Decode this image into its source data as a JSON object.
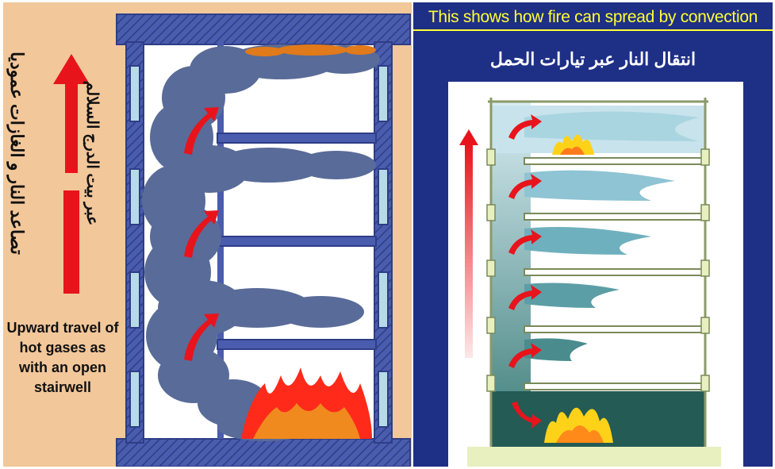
{
  "left": {
    "caption_en": "Upward travel of hot gases as with an open stairwell",
    "caption_ar_1": "تصاعد النار و الغازات عموديا",
    "caption_ar_2": "عبر بيت الدرج السلالم"
  },
  "right": {
    "title_en": "This shows how fire can spread by convection",
    "title_ar": "انتقال النار عبر تيارات الحمل"
  },
  "colors": {
    "left_background": "#f2c79a",
    "right_background": "#1e2f86",
    "structure": "#4a5cae",
    "smoke": "#596b98",
    "arrow": "#e8141c",
    "flame": "#ff2a1a",
    "title_yellow": "#ffff33"
  }
}
